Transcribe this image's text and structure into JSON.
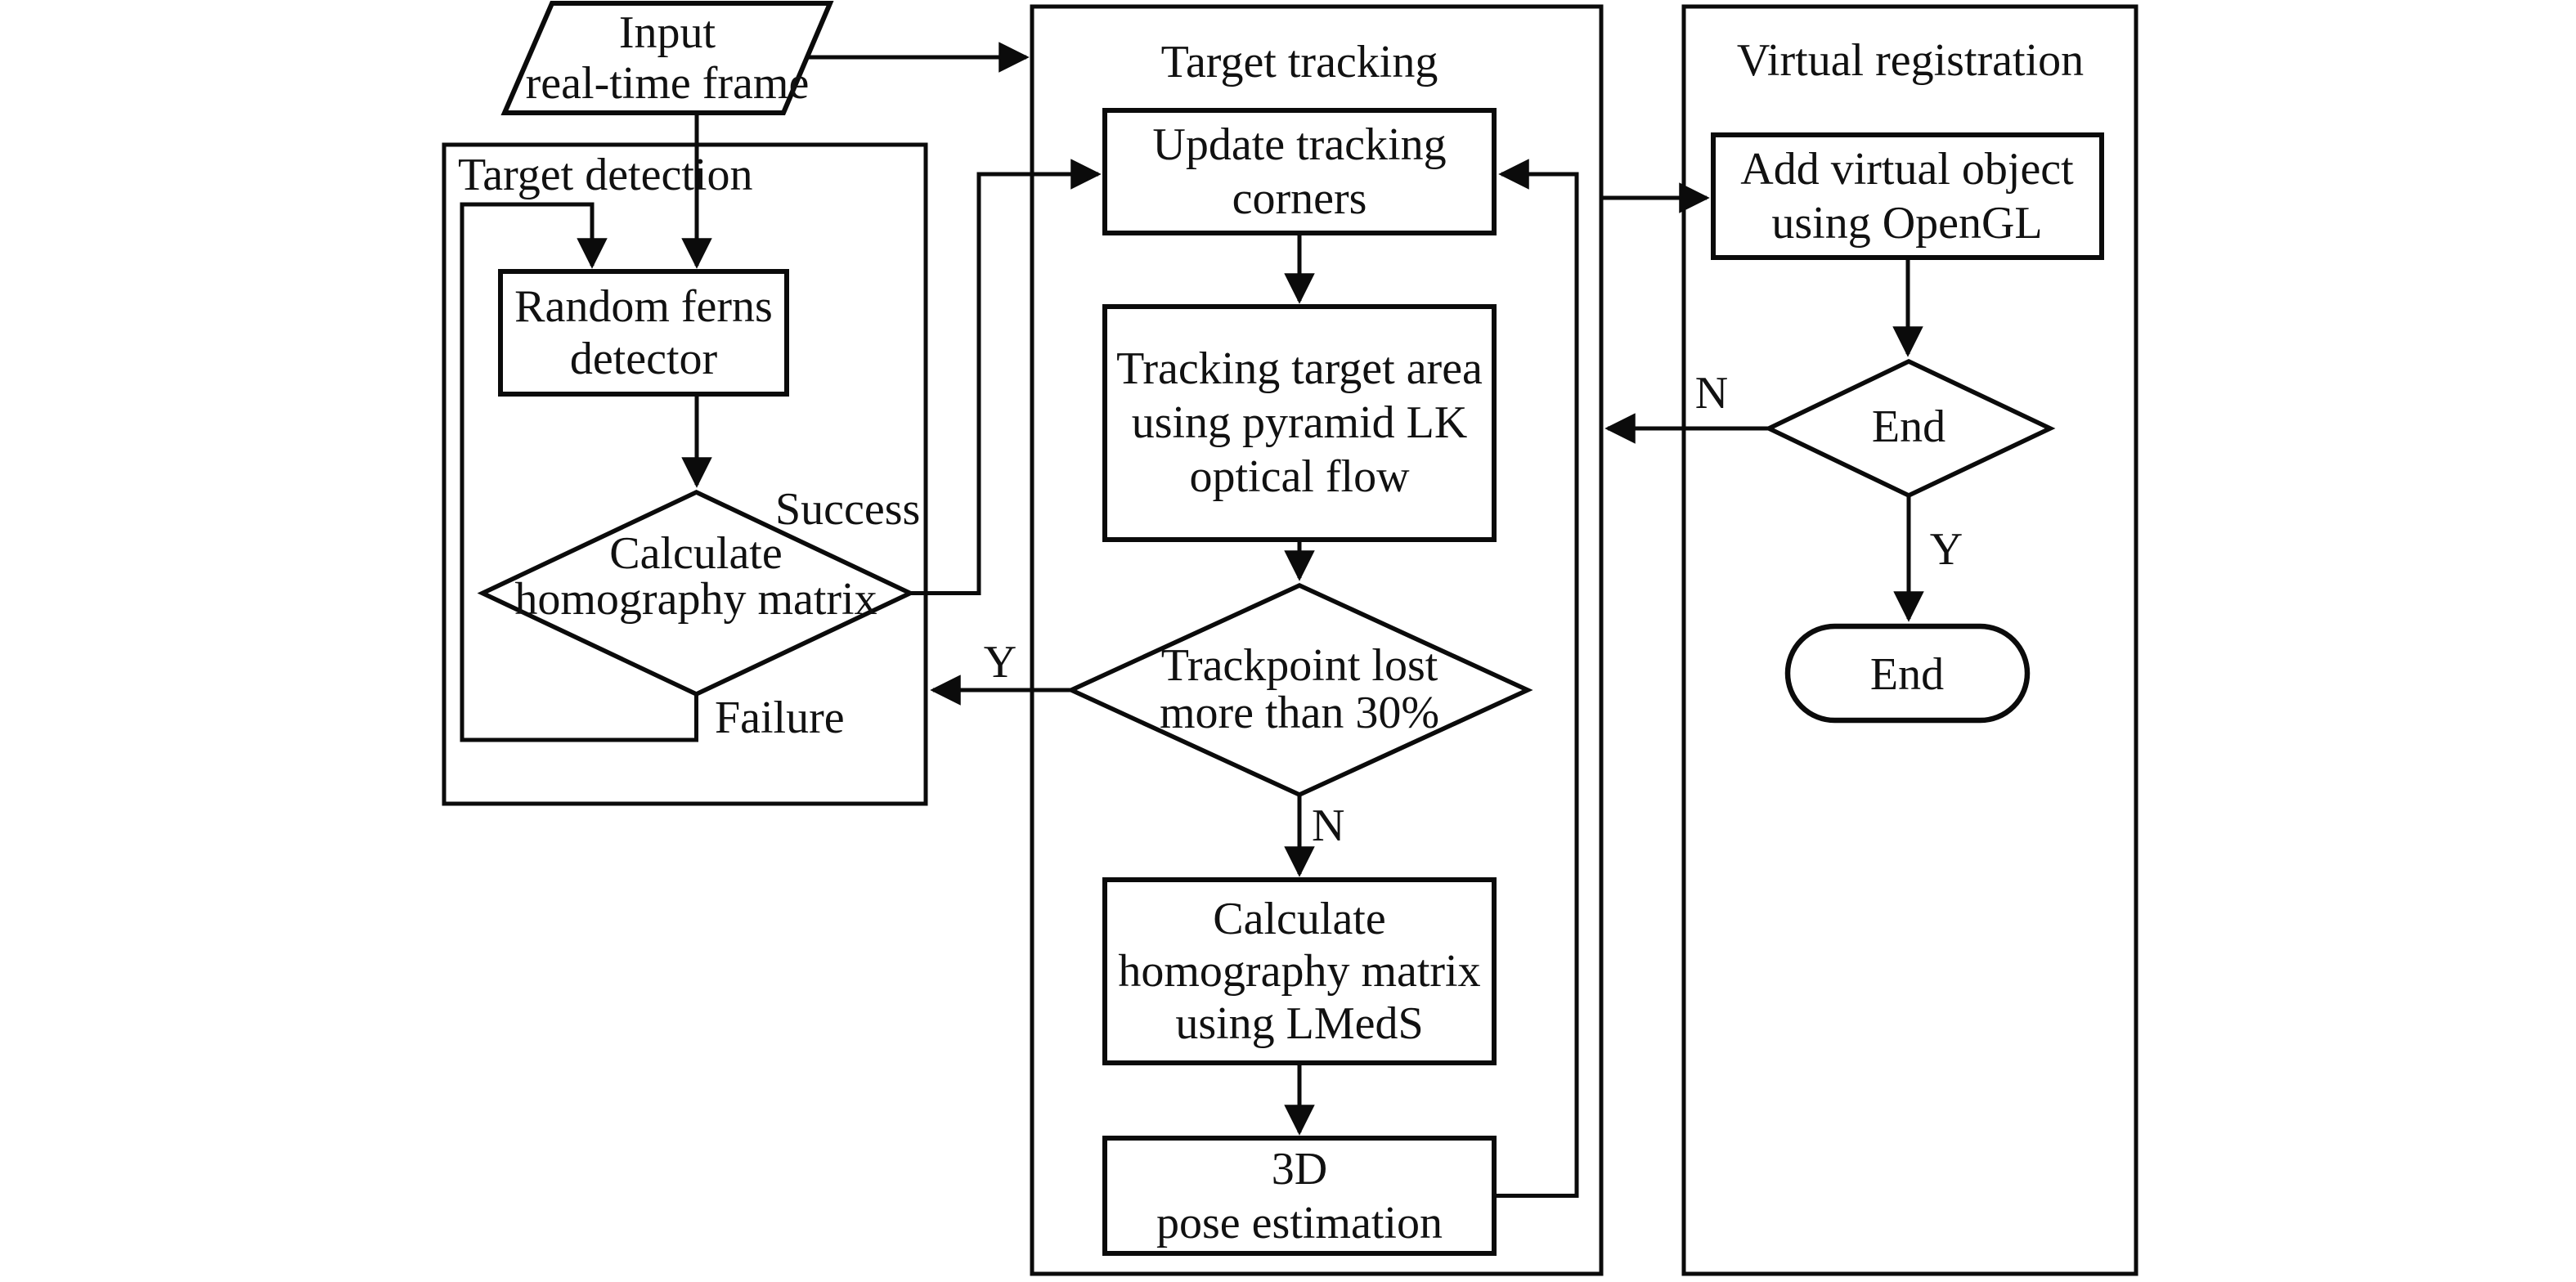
{
  "figure": {
    "kind": "flowchart",
    "background": "#ffffff",
    "stroke_color": "#0b0b0b",
    "text_color": "#111111"
  },
  "containers": {
    "target_detection": {
      "label": "Target detection"
    },
    "target_tracking": {
      "label": "Target tracking"
    },
    "virtual_registration": {
      "label": "Virtual registration"
    }
  },
  "nodes": {
    "input_frame": {
      "type": "parallelogram",
      "lines": [
        "Input",
        "real-time frame"
      ]
    },
    "random_ferns": {
      "type": "process",
      "lines": [
        "Random ferns",
        "detector"
      ]
    },
    "calc_homography": {
      "type": "decision",
      "lines": [
        "Calculate",
        "homography matrix"
      ]
    },
    "update_corners": {
      "type": "process",
      "lines": [
        "Update tracking",
        "corners"
      ]
    },
    "tracking_area": {
      "type": "process",
      "lines": [
        "Tracking target area",
        "using pyramid LK",
        "optical flow"
      ]
    },
    "trackpoint_lost": {
      "type": "decision",
      "lines": [
        "Trackpoint lost",
        "more than 30%"
      ]
    },
    "calc_lmeds": {
      "type": "process",
      "lines": [
        "Calculate",
        "homography matrix",
        "using LMedS"
      ]
    },
    "pose_estimation": {
      "type": "process",
      "lines": [
        "3D",
        "pose estimation"
      ]
    },
    "add_virtual_object": {
      "type": "process",
      "lines": [
        "Add virtual object",
        "using OpenGL"
      ]
    },
    "end_decision": {
      "type": "decision",
      "lines": [
        "End"
      ]
    },
    "end_terminator": {
      "type": "terminator",
      "lines": [
        "End"
      ]
    }
  },
  "edge_labels": {
    "success": "Success",
    "failure": "Failure",
    "trackpoint_yes": "Y",
    "trackpoint_no": "N",
    "end_no": "N",
    "end_yes": "Y"
  }
}
